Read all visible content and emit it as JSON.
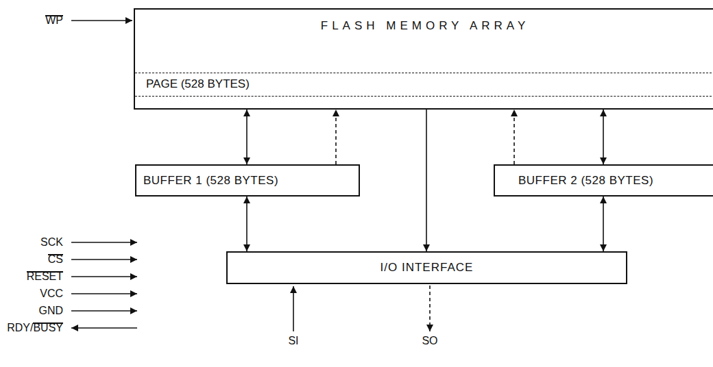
{
  "diagram": {
    "nodes": [
      {
        "text": [
          "FLASH MEMORY ARRAY"
        ]
      },
      {
        "text": [
          "PAGE (528 BYTES)"
        ],
        "in": 0
      },
      {
        "text": [
          "BUFFER 1 (528 BYTES)"
        ]
      },
      {
        "text": [
          "BUFFER 2 (528 BYTES)"
        ]
      },
      {
        "text": [
          "I/O INTERFACE"
        ]
      }
    ],
    "edges": [
      {
        "from": 2,
        "to": 0,
        "arrow": "both"
      },
      {
        "from": 2,
        "to": 0,
        "arrow": "to"
      },
      {
        "from": 0,
        "to": 4,
        "arrow": "to"
      },
      {
        "from": 3,
        "to": 0,
        "arrow": "to"
      },
      {
        "from": 3,
        "to": 0,
        "arrow": "both"
      },
      {
        "from": 2,
        "to": 4,
        "arrow": "both"
      },
      {
        "from": 3,
        "to": 4,
        "arrow": "both"
      }
    ],
    "labels": [
      "WP",
      "SCK",
      "CS",
      "RESET",
      "VCC",
      "GND",
      "RDY/BUSY",
      "SI",
      "SO"
    ]
  }
}
